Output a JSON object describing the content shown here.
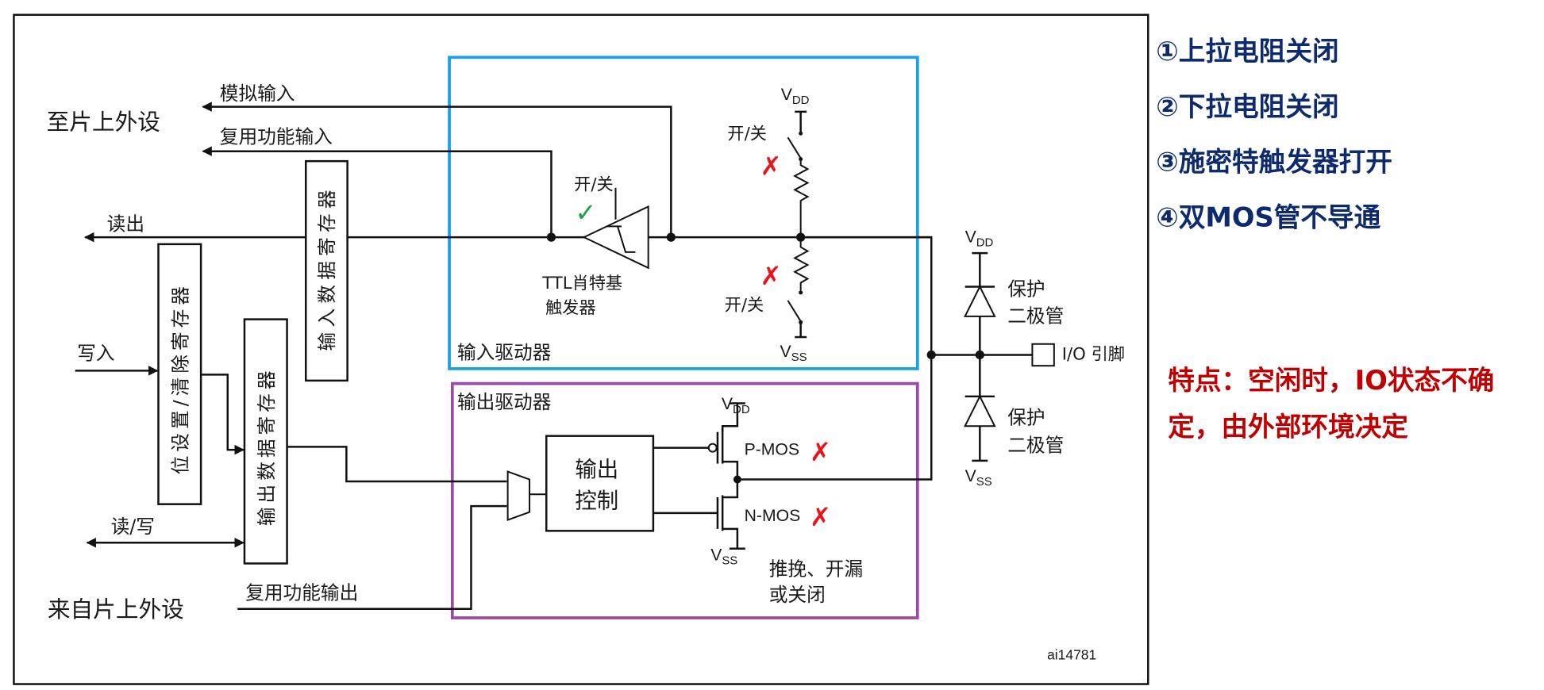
{
  "diagram": {
    "to_peripheral": "至片上外设",
    "from_peripheral": "来自片上外设",
    "analog_input": "模拟输入",
    "alt_func_input": "复用功能输入",
    "alt_func_output": "复用功能输出",
    "read_out": "读出",
    "write_in": "写入",
    "read_write": "读/写",
    "input_data_register": "输入数据寄存器",
    "bit_set_reset_register": "位设置/清除寄存器",
    "output_data_register": "输出数据寄存器",
    "input_driver": {
      "title": "输入驱动器",
      "color": "#1ba1e2",
      "trigger_switch": "开/关",
      "trigger_label_1": "TTL肖特基",
      "trigger_label_2": "触发器",
      "trigger_state": "enabled",
      "pullup_switch": "开/关",
      "pullup_state": "disabled",
      "pulldown_switch": "开/关",
      "pulldown_state": "disabled",
      "vdd": "V",
      "vdd_sub": "DD",
      "vss": "V",
      "vss_sub": "SS"
    },
    "output_driver": {
      "title": "输出驱动器",
      "color": "#9b4aa6",
      "control_line1": "输出",
      "control_line2": "控制",
      "pmos": "P-MOS",
      "pmos_state": "disabled",
      "nmos": "N-MOS",
      "nmos_state": "disabled",
      "mode_line1": "推挽、开漏",
      "mode_line2": "或关闭",
      "vdd": "V",
      "vdd_sub": "DD",
      "vss": "V",
      "vss_sub": "SS"
    },
    "protection": {
      "upper_line1": "保护",
      "upper_line2": "二极管",
      "lower_line1": "保护",
      "lower_line2": "二极管",
      "vdd": "V",
      "vdd_sub": "DD",
      "vss": "V",
      "vss_sub": "SS"
    },
    "io_pin": "I/O 引脚",
    "figure_id": "ai14781",
    "check_mark": "✓",
    "x_mark": "✗"
  },
  "notes": {
    "items": [
      "①上拉电阻关闭",
      "②下拉电阻关闭",
      "③施密特触发器打开",
      "④双MOS管不导通"
    ],
    "feature_line1": "特点：空闲时，IO状态不确",
    "feature_line2": "定，由外部环境决定",
    "item_color": "#0d2a6e",
    "feature_color": "#c00000"
  }
}
